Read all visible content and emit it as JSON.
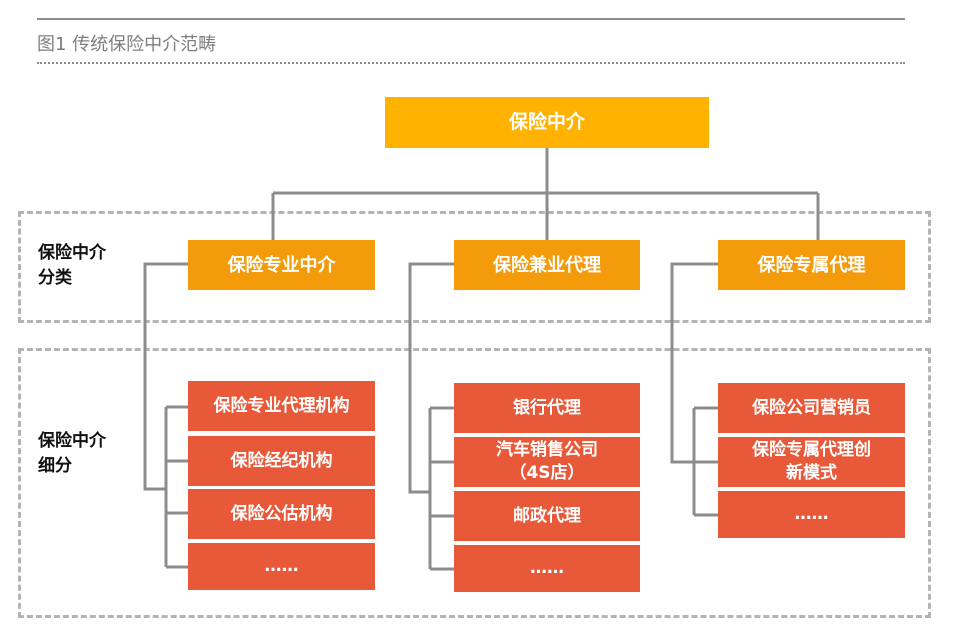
{
  "figure": {
    "caption": "图1  传统保险中介范畴"
  },
  "zones": {
    "classification_label": "保险中介\n分类",
    "breakdown_label": "保险中介\n细分"
  },
  "root": {
    "label": "保险中介"
  },
  "categories": [
    {
      "label": "保险专业中介",
      "children": [
        "保险专业代理机构",
        "保险经纪机构",
        "保险公估机构",
        "……"
      ]
    },
    {
      "label": "保险兼业代理",
      "children": [
        "银行代理",
        "汽车销售公司\n（4S店）",
        "邮政代理",
        "……"
      ]
    },
    {
      "label": "保险专属代理",
      "children": [
        "保险公司营销员",
        "保险专属代理创\n新模式",
        "……"
      ]
    }
  ],
  "colors": {
    "root": "#ffb300",
    "category": "#f39b0a",
    "leaf": "#e8593a",
    "connector": "#8c8c8c",
    "zone_border": "#b4b4b4"
  }
}
